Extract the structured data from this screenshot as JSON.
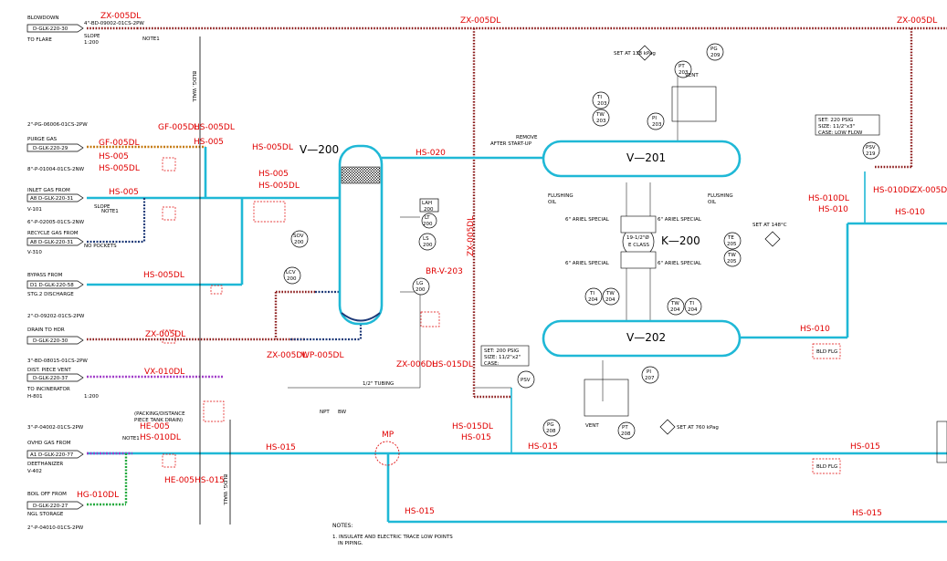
{
  "colors": {
    "cyan": "#1fb8d6",
    "red": "#e00000",
    "hatch": "#8b1a1a",
    "navy": "#1e3a78",
    "green": "#1fa83a",
    "purple": "#a03cc8",
    "orange": "#c47a10"
  },
  "equipment": {
    "v200": "V—200",
    "v201": "V—201",
    "v202": "V—202",
    "k200": "K—200",
    "k200_note": "19-1/2\"Ø\nE CLASS"
  },
  "sources": {
    "blowdown": {
      "title": "BLOWDOWN",
      "tag": "D-GLK-\n220-30",
      "to": "TO FLARE",
      "line": "4\"-BD-09002-01CS-2PW",
      "slope": "SLOPE",
      "slope_val": "1:200"
    },
    "purge": {
      "title": "PURGE GAS",
      "tag": "D-GLK-\n220-29",
      "line_top": "2\"-PG-06006-01CS-2PW",
      "line_bot": "8\"-P-01004-01CS-2NW"
    },
    "inlet": {
      "title": "INLET GAS FROM",
      "tag": "A8",
      "tag2": "D-GLK-\n220-31",
      "from": "V-101",
      "slope": "SLOPE",
      "line_bot": "6\"-P-02005-01CS-2NW"
    },
    "recycle": {
      "title": "RECYCLE GAS FROM",
      "tag": "A8",
      "tag2": "D-GLK-\n220-31",
      "from": "V-310",
      "note": "NO POCKETS"
    },
    "bypass": {
      "title": "BYPASS FROM",
      "tag": "D1",
      "tag2": "D-GLK-\n220-58",
      "from": "STG.2 DISCHARGE"
    },
    "drain": {
      "line_top": "2\"-D-09202-01CS-2PW",
      "title": "DRAIN TO HDR",
      "tag": "D-GLK-\n220-30",
      "line_bot": "3\"-BD-08015-01CS-2PW"
    },
    "dist": {
      "title": "DIST. PIECE VENT",
      "tag": "D-GLK-\n220-37",
      "to": "TO INCINERATOR",
      "to2": "H-801",
      "slope_val": "1:200"
    },
    "ovhd": {
      "line_top": "3\"-P-04002-01CS-2PW",
      "title": "OVHD GAS FROM",
      "tag": "A1",
      "tag2": "D-GLK-\n220-77",
      "from": "DEETHANIZER",
      "from2": "V-402"
    },
    "boiloff": {
      "title": "BOIL OFF FROM",
      "tag": "D-GLK-\n220-27",
      "from": "NGL STORAGE",
      "line_bot": "2\"-P-04010-01CS-2PW"
    }
  },
  "tracing": {
    "zx005dl": "ZX-005DL",
    "hs005dl": "HS-005DL",
    "hs005": "HS-005",
    "gf005dl": "GF-005DL",
    "hs020": "HS-020",
    "hs015": "HS-015",
    "hs015dl": "HS-015DL",
    "hs010": "HS-010",
    "hs010dl": "HS-010DL",
    "wp005dl": "WP-005DL",
    "vx010dl": "VX-010DL",
    "he005": "HE-005",
    "hs010dl2": "HS-010DL",
    "hg010dl": "HG-010DL",
    "zx006dl": "ZX-006DL",
    "hs010b": "HS-010",
    "brv203": "BR-V-203",
    "mp": "MP"
  },
  "instruments": {
    "pg209": [
      "PG",
      "209"
    ],
    "pt203": [
      "PT",
      "203"
    ],
    "pi203": [
      "PI",
      "203"
    ],
    "ti203": [
      "TI",
      "203"
    ],
    "tw203": [
      "TW",
      "203"
    ],
    "lah200": [
      "LAH",
      "200"
    ],
    "lt200": [
      "LT",
      "200"
    ],
    "ls200": [
      "LS",
      "200"
    ],
    "sov200": [
      "SOV",
      "200"
    ],
    "lcv200": [
      "LCV",
      "200"
    ],
    "lg200": [
      "LG",
      "200"
    ],
    "te205": [
      "TE",
      "205"
    ],
    "tw205": [
      "TW",
      "205"
    ],
    "ti204": [
      "TI",
      "204"
    ],
    "tw204": [
      "TW",
      "204"
    ],
    "tw204b": [
      "TW",
      "204"
    ],
    "ti204b": [
      "TI",
      "204"
    ],
    "psv219": [
      "PSV",
      "219"
    ],
    "psv": [
      "PSV",
      ""
    ],
    "pi207": [
      "PI",
      "207"
    ],
    "pg208": [
      "PG",
      "208"
    ],
    "pt208": [
      "PT",
      "208"
    ]
  },
  "labels": {
    "set138": "SET AT 138 kPag",
    "set760": "SET AT 760 kPag",
    "set148": "SET AT 148°C",
    "vent": "VENT",
    "remove": "REMOVE\nAFTER START-UP",
    "flushing": "FLUSHING\nOIL",
    "ariel": "6\" ARIEL SPECIAL",
    "set220": "SET:   220 PSIG\nSIZE:  11/2\"x3\"\nCASE:  LOW FLOW",
    "set200": "SET:   200 PSIG\nSIZE:  11/2\"x2\"\nCASE:",
    "bldg": "BLDG. WALL",
    "tubing": "1/2\" TUBING",
    "npt": "NPT",
    "bw": "BW",
    "blind": "BLD FLG",
    "note1": "NOTE1",
    "notes_title": "NOTES:",
    "notes_1": "1. INSULATE AND ELECTRIC TRACE LOW POINTS\n   IN PIPING.",
    "packing": "(PACKING/DISTANCE\nPIECE TANK DRAIN)"
  }
}
